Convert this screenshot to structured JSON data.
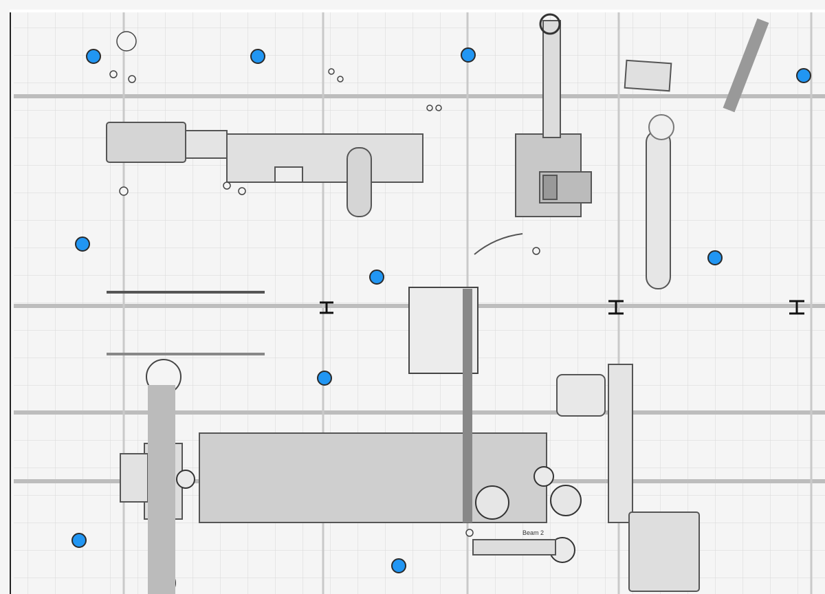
{
  "viewer": {
    "plan": {
      "label_text": "Beam 2"
    },
    "marker_color": "#2196F3",
    "markers": [
      {
        "id": "marker-1"
      },
      {
        "id": "marker-2"
      },
      {
        "id": "marker-3"
      },
      {
        "id": "marker-4"
      },
      {
        "id": "marker-5"
      },
      {
        "id": "marker-6"
      },
      {
        "id": "marker-7"
      },
      {
        "id": "marker-8"
      },
      {
        "id": "marker-9"
      },
      {
        "id": "marker-10"
      }
    ]
  }
}
